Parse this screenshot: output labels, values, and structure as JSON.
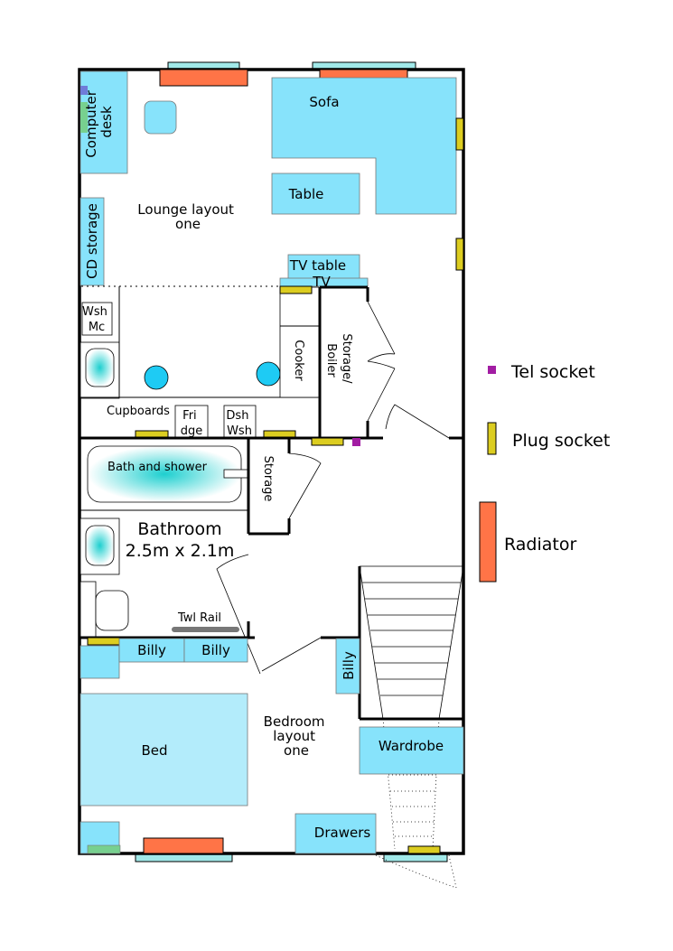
{
  "rooms": {
    "lounge": {
      "title_line1": "Lounge layout",
      "title_line2": "one"
    },
    "bathroom": {
      "title": "Bathroom",
      "size": "2.5m x 2.1m"
    },
    "bedroom": {
      "title_line1": "Bedroom",
      "title_line2": "layout",
      "title_line3": "one"
    }
  },
  "furniture": {
    "computer_desk_line1": "Computer",
    "computer_desk_line2": "desk",
    "sofa": "Sofa",
    "table": "Table",
    "cd_storage": "CD storage",
    "tv_table": "TV table",
    "tv": "TV",
    "washing_machine_line1": "Wsh",
    "washing_machine_line2": "Mc",
    "cooker": "Cooker",
    "storage_boiler_line1": "Storage/",
    "storage_boiler_line2": "Boiler",
    "cupboards": "Cupboards",
    "fridge_line1": "Fri",
    "fridge_line2": "dge",
    "dishwasher_line1": "Dsh",
    "dishwasher_line2": "Wsh",
    "bath": "Bath and shower",
    "hall_storage": "Storage",
    "towel_rail": "Twl Rail",
    "billy_1": "Billy",
    "billy_2": "Billy",
    "billy_3": "Billy",
    "bed": "Bed",
    "wardrobe": "Wardrobe",
    "drawers": "Drawers"
  },
  "legend": {
    "tel_socket": "Tel socket",
    "plug_socket": "Plug socket",
    "radiator": "Radiator"
  },
  "colors": {
    "furniture": "#87e3fb",
    "bed": "#b3ecfb",
    "radiator": "#ff7447",
    "plug_socket": "#dccd20",
    "tel_socket": "#a21da3",
    "wall": "#000000",
    "window": "#a1e9e9",
    "green_item": "#77d08f",
    "blue_small": "#6f7bd8"
  }
}
